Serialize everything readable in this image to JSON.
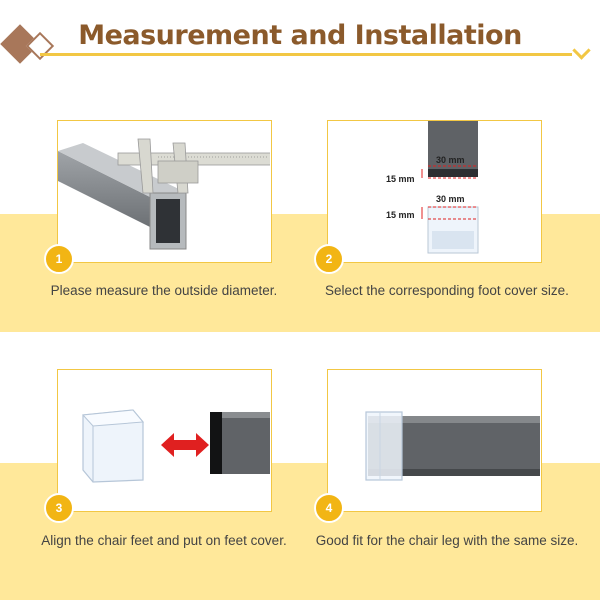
{
  "header": {
    "title": "Measurement and Installation"
  },
  "steps": [
    {
      "number": "1",
      "caption": "Please measure the outside diameter."
    },
    {
      "number": "2",
      "caption": "Select the corresponding foot cover size."
    },
    {
      "number": "3",
      "caption": "Align the chair feet and put on feet cover."
    },
    {
      "number": "4",
      "caption": "Good fit for the chair leg with the same size."
    }
  ],
  "dimensions": {
    "tube_width": "30 mm",
    "tube_height": "15 mm",
    "cap_width": "30 mm",
    "cap_height": "15 mm"
  },
  "colors": {
    "title": "#8b5a2b",
    "accent": "#f2c744",
    "band": "#ffe89a",
    "step_badge": "#f2b514",
    "arrow": "#e02020"
  }
}
